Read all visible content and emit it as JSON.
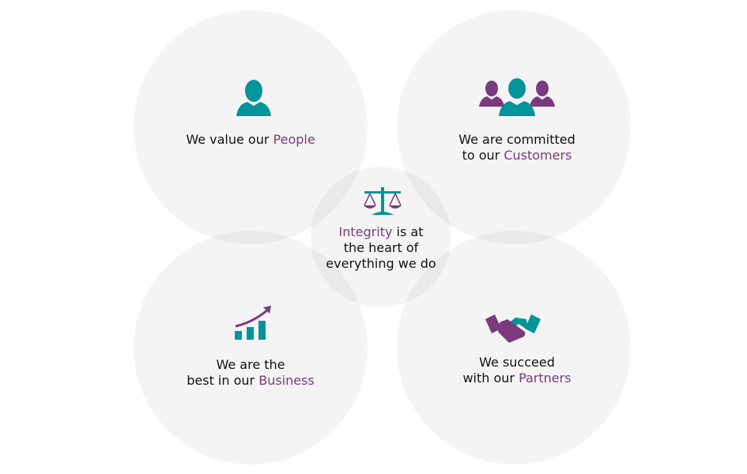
{
  "colors": {
    "teal": "#00959a",
    "purple": "#7b3a7e",
    "circle": "#f3f3f3"
  },
  "people": {
    "icon": "person-icon",
    "line1": "We value our ",
    "highlight": "People"
  },
  "customers": {
    "icon": "group-icon",
    "line1": "We are committed",
    "line2": "to our ",
    "highlight": "Customers"
  },
  "integrity": {
    "icon": "scales-icon",
    "highlight": "Integrity",
    "line1": " is at",
    "line2": "the heart of",
    "line3": "everything we do"
  },
  "business": {
    "icon": "growth-chart-icon",
    "line1": "We are the",
    "line2": "best in our ",
    "highlight": "Business"
  },
  "partners": {
    "icon": "handshake-icon",
    "line1": "We succeed",
    "line2": "with our ",
    "highlight": "Partners"
  }
}
